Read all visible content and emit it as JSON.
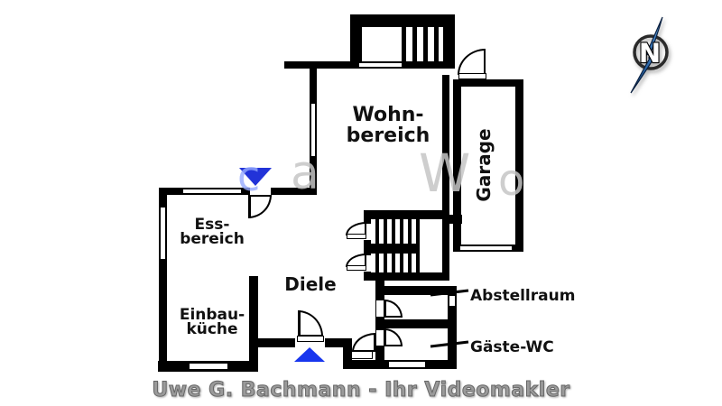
{
  "plan_title": "floor-plan-ground-floor",
  "rooms": {
    "wohnbereich": {
      "line1": "Wohn-",
      "line2": "bereich"
    },
    "essbereich": {
      "line1": "Ess-",
      "line2": "bereich"
    },
    "einbaukueche": {
      "line1": "Einbau-",
      "line2": "küche"
    },
    "diele": {
      "label": "Diele"
    },
    "garage": {
      "label": "Garage"
    },
    "abstellraum": {
      "label": "Abstellraum"
    },
    "gaeste_wc": {
      "label": "Gäste-WC"
    }
  },
  "compass": {
    "letter": "N"
  },
  "footer": {
    "text": "Uwe G. Bachmann - Ihr Videomakler"
  },
  "watermark": {
    "fragments": [
      "c",
      "a",
      "W",
      "o"
    ]
  },
  "colors": {
    "wall": "#000000",
    "entrance_arrow": "#1836ee",
    "terrace_arrow": "#2233d8",
    "compass_dark_blue": "#16406f",
    "compass_light_blue": "#5e9bd8",
    "watermark_gray": "#c5c5c5",
    "footer_gray": "#9a9a9a"
  }
}
